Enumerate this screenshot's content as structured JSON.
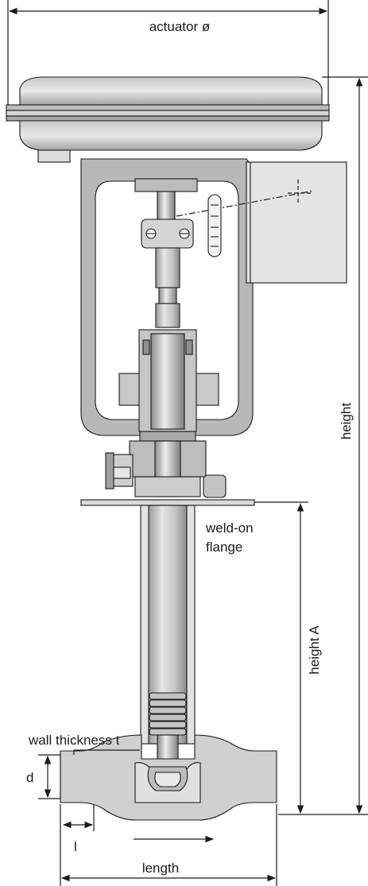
{
  "labels": {
    "actuator_diameter": "actuator ø",
    "height": "height",
    "weld_on_flange_line1": "weld-on",
    "weld_on_flange_line2": "flange",
    "height_a": "height A",
    "wall_thickness": "wall thickness t",
    "d": "d",
    "l": "l",
    "length": "length"
  },
  "colors": {
    "line": "#1a1a1a",
    "metal_light": "#d9d9d9",
    "metal_mid": "#b3b3b3",
    "metal_dark": "#8c8c8c",
    "background": "#ffffff"
  }
}
